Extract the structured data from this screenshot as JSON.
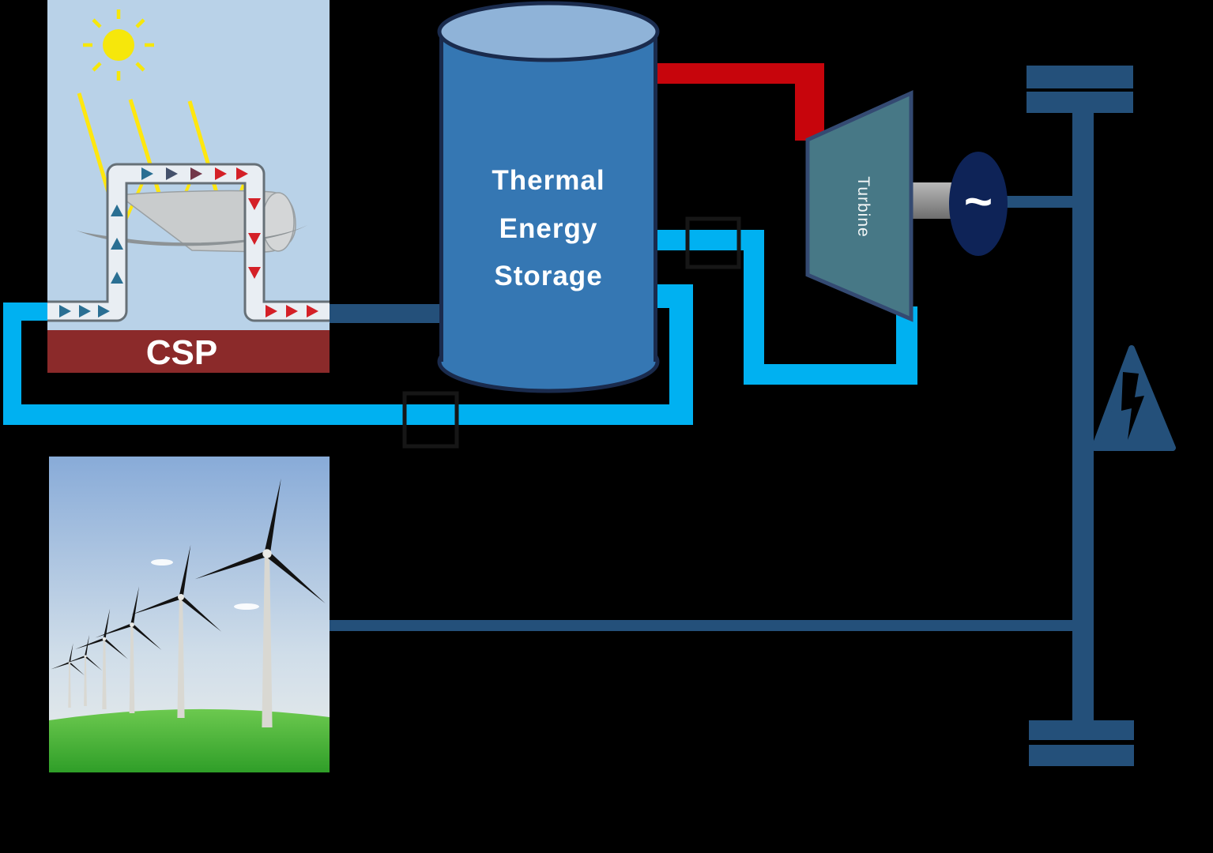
{
  "meta": {
    "description": "Schematic of a hybrid CSP and wind power plant with thermal energy storage feeding a turbine, generator and grid bus"
  },
  "labels": {
    "csp": "CSP",
    "tes_line1": "Thermal",
    "tes_line2": "Energy",
    "tes_line3": "Storage",
    "turbine": "Turbine",
    "generator_symbol": "~"
  },
  "colors": {
    "background": "#000000",
    "steel": "#24507a",
    "pipe_red": "#c7050c",
    "pipe_cyan": "#00b1f1",
    "cylinder_body": "#3577b3",
    "cylinder_top": "#8fb3d8",
    "cylinder_outline": "#1a2b4d",
    "turbine_fill": "#477886",
    "turbine_border": "#344a72",
    "generator_fill": "#0e2357",
    "csp_sky": "#b9d2e8",
    "csp_ground": "#8b2a2a",
    "valve_stroke": "#161616",
    "sun_yellow": "#f6e70b",
    "grass_green": "#2f9e28"
  }
}
